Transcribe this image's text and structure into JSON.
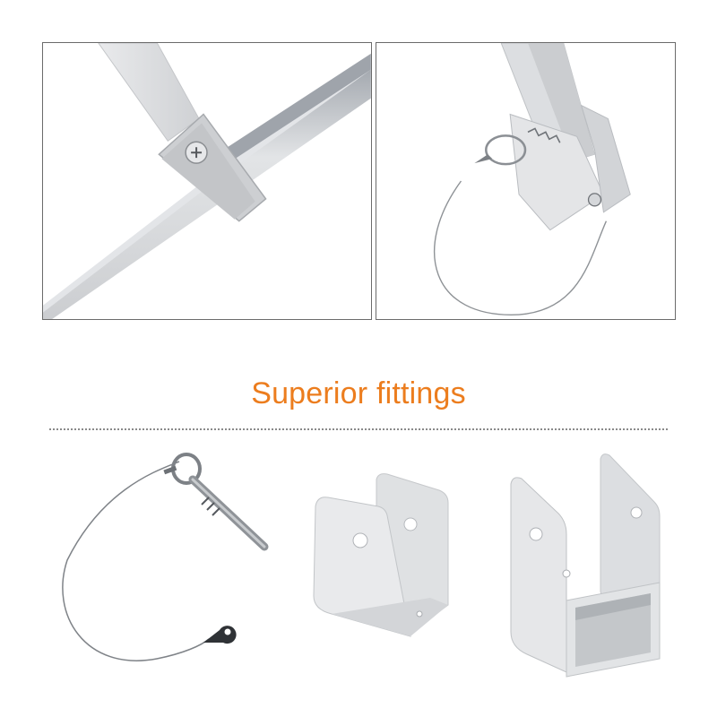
{
  "photos": {
    "top_left": {
      "alt": "square tube joint with bracket and phillips screw"
    },
    "top_right": {
      "alt": "tube foot bracket with spring pin and lanyard wire"
    }
  },
  "section": {
    "title": "Superior fittings",
    "title_color": "#ec7d1e"
  },
  "products": [
    {
      "name": "spring pin with steel lanyard"
    },
    {
      "name": "short U bracket"
    },
    {
      "name": "tall U bracket"
    }
  ]
}
